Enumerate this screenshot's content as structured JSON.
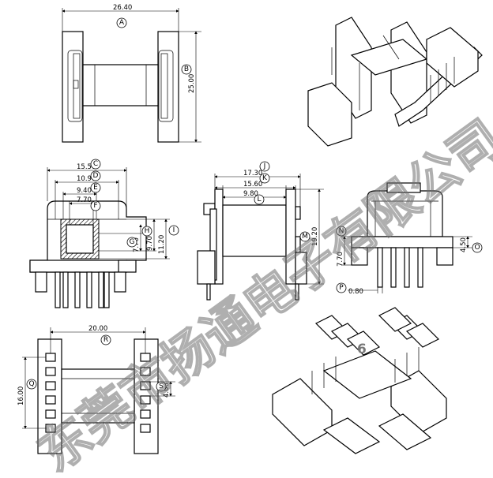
{
  "watermark": "东莞市扬通电子有限公司",
  "page_number": "6",
  "labels": {
    "A": "A",
    "B": "B",
    "C": "C",
    "D": "D",
    "E": "E",
    "F": "F",
    "G": "G",
    "H": "H",
    "I": "I",
    "J": "J",
    "K": "K",
    "L": "L",
    "M": "M",
    "N": "N",
    "O": "O",
    "P": "P",
    "Q": "Q",
    "R": "R",
    "S": "S"
  },
  "dimensions": {
    "A": "26.40",
    "B": "25.00",
    "C": "15.50",
    "D": "10.90",
    "E": "9.40",
    "F": "7.70",
    "G": "7.70",
    "H": "9.70",
    "I": "11.20",
    "J": "17.30",
    "K": "15.60",
    "L": "9.80",
    "M": "19.20",
    "N": "7.70",
    "O": "4.50",
    "P": "0.80",
    "R": "20.00",
    "Q": "16.00",
    "S": "4.00"
  }
}
